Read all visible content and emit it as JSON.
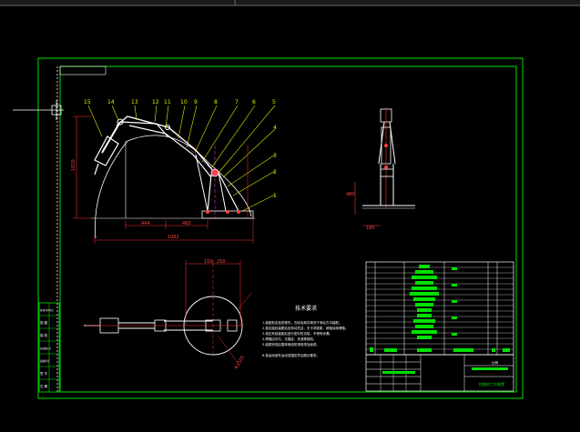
{
  "drawing": {
    "background": "#000000",
    "frame_color": "#00e000",
    "part_color": "#ffffff",
    "leader_color": "#e8e800",
    "dimension_color": "#ff3030",
    "center_color": "#ff40ff"
  },
  "balloons": {
    "top": [
      "15",
      "14",
      "13",
      "12",
      "11",
      "10",
      "9",
      "8",
      "7",
      "6",
      "5"
    ],
    "right": [
      "4",
      "3",
      "2",
      "1"
    ]
  },
  "dimensions": {
    "elevation_height": "1010",
    "elevation_base_a": "444",
    "elevation_base_b": "460",
    "elevation_overall": "1062",
    "side_height": "480",
    "side_base": "185",
    "plan_width_a": "150",
    "plan_width_b": "250",
    "plan_radius": "R1105"
  },
  "notes": {
    "title": "技术要求",
    "lines": [
      "1.装配前应检查零件，去除毛刺并清洗干净后方可装配。",
      "2.各铰接处装配后应转动灵活，无卡滞现象，销轴涂润滑脂。",
      "3.液压系统装配后进行密封性试验，不得有渗漏。",
      "4.焊缝应均匀，无裂纹、夹渣等缺陷。",
      "5.装配完成后整体喷涂防锈底漆及面漆。",
      "6.各运动部件运动范围应符合图示要求。"
    ]
  },
  "side_panel": {
    "rows": [
      "借(通)用件登记",
      "描 图",
      "描 校",
      "旧底图总号",
      "底图总号",
      "签 字",
      "日 期"
    ]
  },
  "title_block": {
    "scale_label": "比例",
    "drawing_name": "挖掘机工作装置"
  }
}
